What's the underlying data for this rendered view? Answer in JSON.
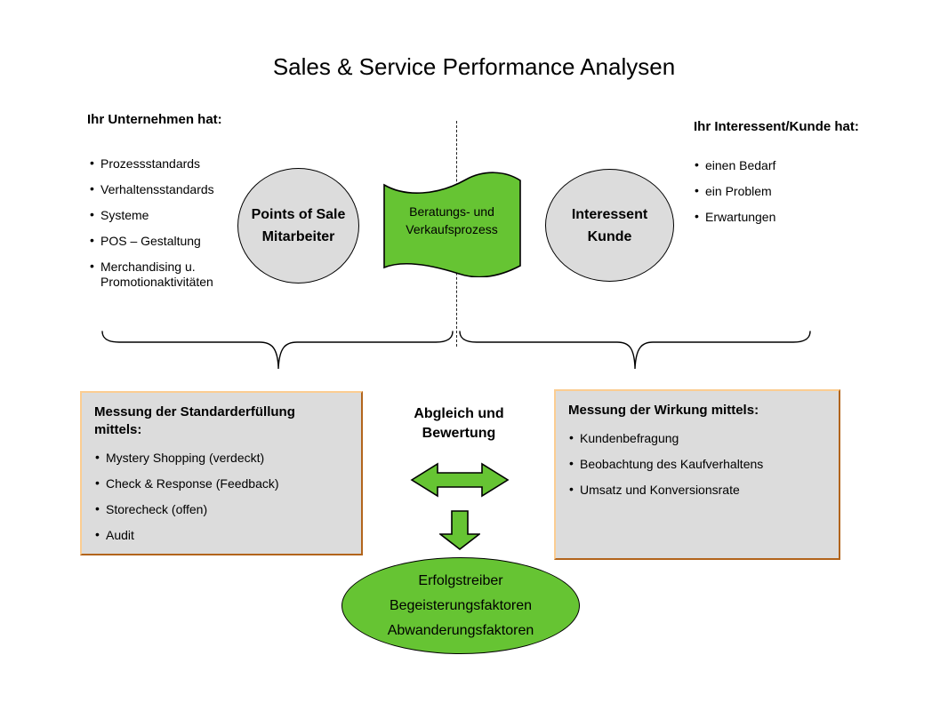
{
  "title": "Sales & Service Performance Analysen",
  "left_panel": {
    "heading": "Ihr Unternehmen hat:",
    "bullets": [
      "Prozessstandards",
      "Verhaltensstandards",
      "Systeme",
      "POS – Gestaltung",
      "Merchandising u.\nPromotionaktivitäten"
    ]
  },
  "right_panel": {
    "heading": "Ihr Interessent/Kunde hat:",
    "bullets": [
      "einen Bedarf",
      "ein Problem",
      "Erwartungen"
    ]
  },
  "process": {
    "pos_circle": "Points of Sale\nMitarbeiter",
    "flag": "Beratungs- und\nVerkaufsprozess",
    "customer_circle": "Interessent\nKunde"
  },
  "measure_left": {
    "heading": "Messung der Standarderfüllung\nmittels:",
    "bullets": [
      "Mystery Shopping (verdeckt)",
      "Check & Response (Feedback)",
      "Storecheck (offen)",
      "Audit"
    ]
  },
  "measure_right": {
    "heading": "Messung der Wirkung mittels:",
    "bullets": [
      "Kundenbefragung",
      "Beobachtung des Kaufverhaltens",
      "Umsatz und Konversionsrate"
    ]
  },
  "center": {
    "label": "Abgleich und\nBewertung"
  },
  "result_ellipse": "Erfolgstreiber\nBegeisterungsfaktoren\nAbwanderungsfaktoren",
  "colors": {
    "green": "#66c433",
    "shape-gray": "#dcdcdc",
    "box-border-light": "#fbcd92",
    "box-border-dark": "#b2641b",
    "ink": "#000000"
  }
}
